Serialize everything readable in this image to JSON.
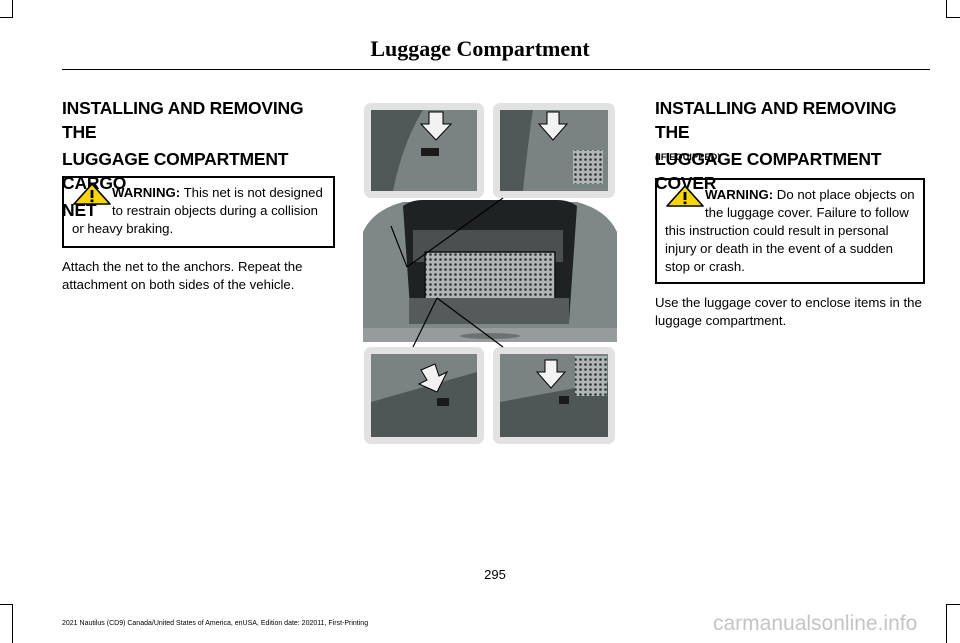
{
  "header": {
    "title": "Luggage Compartment"
  },
  "left": {
    "heading_lines": [
      "INSTALLING AND REMOVING THE",
      "LUGGAGE COMPARTMENT CARGO",
      "NET"
    ],
    "warning_label": "WARNING:",
    "warning_text": " This net is not designed to restrain objects during a collision or heavy braking.",
    "body": "Attach the net to the anchors. Repeat the attachment on both sides of the vehicle."
  },
  "right": {
    "heading_lines": [
      "INSTALLING AND REMOVING THE",
      "LUGGAGE COMPARTMENT COVER"
    ],
    "subheading": "(IF EQUIPPED)",
    "warning_label": "WARNING:",
    "warning_text": " Do not place objects on the luggage cover. Failure to follow this instruction could result in personal injury or death in the event of a sudden stop or crash.",
    "body": "Use the luggage cover to enclose items in the luggage compartment."
  },
  "page_number": "295",
  "footer": "2021 Nautilus (CD9) Canada/United States of America, enUSA, Edition date: 202011, First-Printing",
  "watermark": "carmanualsonline.info",
  "colors": {
    "warning_yellow": "#f6d40e",
    "figure_gray": "#8a9090"
  }
}
